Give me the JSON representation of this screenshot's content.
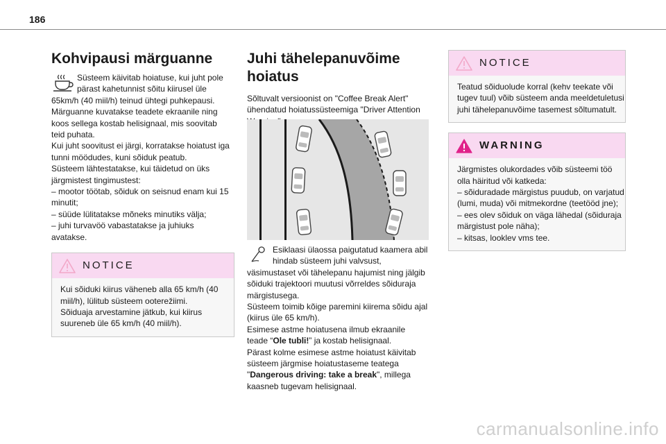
{
  "page_number": "186",
  "left": {
    "title": "Kohvipausi märguanne",
    "icon": "coffee-cup-icon",
    "lines": [
      "Süsteem käivitab hoiatuse, kui juht pole",
      "pärast kahetunnist sõitu kiirusel üle",
      "65km/h (40 miil/h) teinud ühtegi puhkepausi.",
      "Märguanne kuvatakse teadete ekraanile ning",
      "koos sellega kostab helisignaal, mis soovitab",
      "teid puhata.",
      "Kui juht soovitust ei järgi, korratakse hoiatust iga",
      "tunni möödudes, kuni sõiduk peatub.",
      "Süsteem lähtestatakse, kui täidetud on üks",
      "järgmistest tingimustest:",
      "–  mootor töötab, sõiduk on seisnud enam kui 15",
      "minutit;",
      "–  süüde lülitatakse mõneks minutiks välja;",
      "–  juhi turvavöö vabastatakse ja juhiuks",
      "avatakse."
    ],
    "notice": {
      "heading": "NOTICE",
      "lines": [
        "Kui sõiduki kiirus väheneb alla 65 km/h (40",
        "miil/h), lülitub süsteem ooterežiimi.",
        "Sõiduaja arvestamine jätkub, kui kiirus",
        "suureneb üle 65 km/h (40 miil/h)."
      ]
    }
  },
  "middle": {
    "title_line1": "Juhi tähelepanuvõime",
    "title_line2": "hoiatus",
    "intro": [
      "Sõltuvalt versioonist on \"Coffee Break Alert\"",
      "ühendatud hoiatussüsteemiga \"Driver Attention",
      "Warning\"."
    ],
    "icon": "camera-lens-icon",
    "body": [
      "Esiklaasi ülaossa paigutatud kaamera abil",
      "hindab süsteem juhi valvsust,",
      "väsimustaset või tähelepanu hajumist ning jälgib",
      "sõiduki trajektoori muutusi võrreldes sõiduraja",
      "märgistusega.",
      "Süsteem toimib kõige paremini kiirema sõidu ajal",
      "(kiirus üle 65 km/h).",
      "Esimese astme hoiatusena ilmub ekraanile"
    ],
    "line9_pre": "teade “",
    "line9_bold": "Ole tubli!",
    "line9_post": "” ja kostab helisignaal.",
    "body2": [
      "Pärast kolme esimese astme hoiatust käivitab",
      "süsteem järgmise hoiatustaseme teatega"
    ],
    "line12_pre": "\"",
    "line12_bold": "Dangerous driving: take a break",
    "line12_post": "\", millega",
    "line13": "kaasneb tugevam helisignaal."
  },
  "right": {
    "notice": {
      "heading": "NOTICE",
      "lines": [
        "Teatud sõiduolude korral (kehv teekate või",
        "tugev tuul) võib süsteem anda meeldetuletusi",
        "juhi tähelepanuvõime tasemest sõltumatult."
      ]
    },
    "warning": {
      "heading": "WARNING",
      "lines": [
        "Järgmistes olukordades võib süsteemi töö",
        "olla häiritud või katkeda:",
        "–  sõiduradade märgistus puudub, on varjatud",
        "(lumi, muda) või mitmekordne (teetööd jne);",
        "–  ees olev sõiduk on väga lähedal (sõiduraja",
        "märgistust pole näha);",
        "–  kitsas, looklev vms tee."
      ]
    }
  },
  "watermark": "carmanualsonline.info",
  "colors": {
    "notice_header": "#f9d9f1",
    "box_bg": "#f7f7f7",
    "road": "#a6a6a6"
  }
}
